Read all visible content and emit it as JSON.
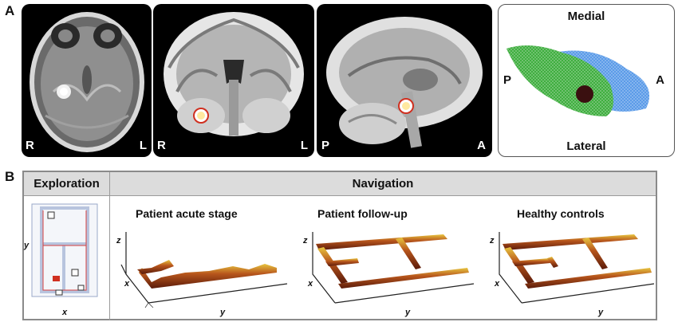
{
  "panel_a": {
    "letter": "A",
    "axial": {
      "left": "R",
      "right": "L"
    },
    "coronal": {
      "left": "R",
      "right": "L"
    },
    "sagittal": {
      "left": "P",
      "right": "A"
    },
    "mesh": {
      "top": "Medial",
      "bottom": "Lateral",
      "left": "P",
      "right": "A"
    }
  },
  "panel_b": {
    "letter": "B",
    "exploration_header": "Exploration",
    "navigation_header": "Navigation",
    "map_axis_x": "x",
    "map_axis_y": "y",
    "plots": [
      {
        "title": "Patient acute stage",
        "z": "z",
        "x": "x",
        "y": "y"
      },
      {
        "title": "Patient follow-up",
        "z": "z",
        "x": "x",
        "y": "y"
      },
      {
        "title": "Healthy controls",
        "z": "z",
        "x": "x",
        "y": "y"
      }
    ]
  },
  "colors": {
    "mesh_green": "#3fae3f",
    "mesh_blue": "#5b9be8",
    "heat_dark": "#6b1e0c",
    "heat_light": "#e8c640"
  }
}
